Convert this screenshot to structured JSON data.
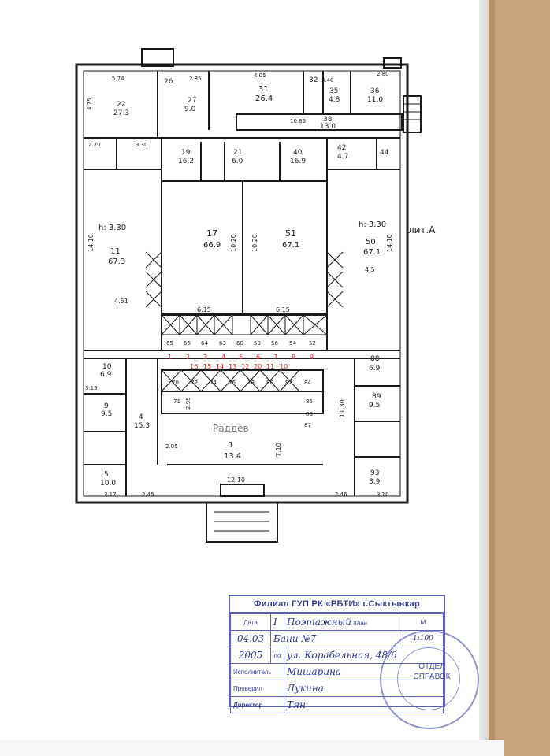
{
  "plan": {
    "lit_label": "лит.А",
    "raddev_label": "Раддев",
    "left_hall": {
      "number": "11",
      "area": "67.3",
      "height": "h: 3.30",
      "dims": [
        "14.10",
        "4.51"
      ]
    },
    "right_hall": {
      "number": "50",
      "area": "67.1",
      "height": "h: 3.30",
      "dims": [
        "14.10",
        "4.5"
      ]
    },
    "center_left": {
      "number": "17",
      "area": "66.9",
      "dims": [
        "10.20",
        "6.15"
      ]
    },
    "center_right": {
      "number": "51",
      "area": "67.1",
      "dims": [
        "10.20",
        "6.15"
      ]
    },
    "lobby": {
      "number": "1",
      "area": "13.4",
      "dims": [
        "12.10",
        "7.10",
        "11.30"
      ]
    },
    "rooms": [
      {
        "number": "22",
        "area": "27.3"
      },
      {
        "number": "26",
        "area": ""
      },
      {
        "number": "27",
        "area": "9.0"
      },
      {
        "number": "31",
        "area": "26.4"
      },
      {
        "number": "32",
        "area": ""
      },
      {
        "number": "35",
        "area": "4.8"
      },
      {
        "number": "36",
        "area": "11.0"
      },
      {
        "number": "38",
        "area": "13.0"
      },
      {
        "number": "19",
        "area": "16.2"
      },
      {
        "number": "21",
        "area": "6.0"
      },
      {
        "number": "40",
        "area": "16.9"
      },
      {
        "number": "42",
        "area": "4.7"
      },
      {
        "number": "44",
        "area": ""
      },
      {
        "number": "10",
        "area": "6.9"
      },
      {
        "number": "9",
        "area": "9.5"
      },
      {
        "number": "5",
        "area": "10.0"
      },
      {
        "number": "88",
        "area": "6.9"
      },
      {
        "number": "89",
        "area": "9.5"
      },
      {
        "number": "93",
        "area": "3.9"
      },
      {
        "number": "4",
        "area": "15.3"
      }
    ],
    "corridor_cells": [
      "65",
      "66",
      "64",
      "63",
      "60",
      "59",
      "56",
      "54",
      "52"
    ],
    "red_numbers": [
      "1",
      "2",
      "3",
      "4",
      "5",
      "6",
      "7",
      "8",
      "9",
      "16",
      "15",
      "14",
      "13",
      "12",
      "20",
      "11",
      "10"
    ],
    "stall_labels": [
      "70",
      "72",
      "74",
      "76",
      "78",
      "80",
      "82",
      "84",
      "71",
      "85",
      "86",
      "87"
    ],
    "dims_top": [
      "5.74",
      "2.85",
      "4.05",
      "2.80",
      "10.85",
      "4.75"
    ],
    "dims_misc": [
      "3.30",
      "2.20",
      "3.15",
      "2.05",
      "2.45",
      "3.17",
      "3.10",
      "2.46",
      "3.40",
      "2.95"
    ]
  },
  "stamp": {
    "header": "Филиал ГУП РК «РБТИ» г.Сыктывкар",
    "date_label": "Дата",
    "date_value": "04.03",
    "year_value": "2005",
    "floor_value": "I",
    "title_hw": "Поэтажный",
    "plan_label": "план",
    "object_hw": "Бани №7",
    "address_prefix": "по",
    "address_hw": "ул. Корабельная, 48/6",
    "scale_label": "М",
    "scale_value": "1:100",
    "executor_label": "Исполнитель",
    "executor_value": "Мишарина",
    "checker_label": "Проверил",
    "checker_value": "Лукина",
    "director_label": "Директор",
    "director_value": "Тян",
    "seal_text": "ОТДЕЛ СПРАВОК"
  }
}
